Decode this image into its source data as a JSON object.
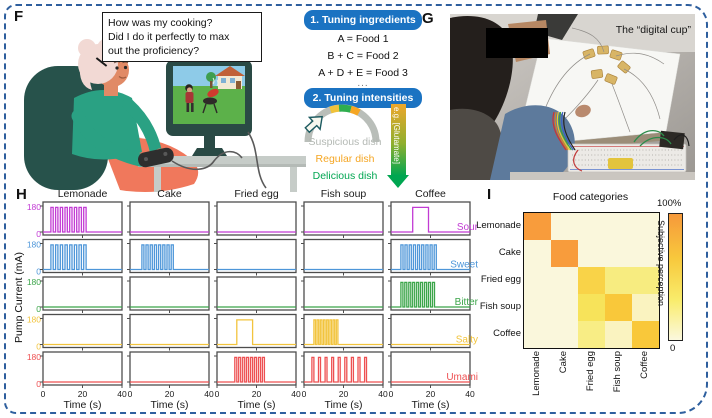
{
  "figure": {
    "border_color": "#2e5f9e",
    "background": "#ffffff"
  },
  "panel_labels": {
    "f": "F",
    "g": "G",
    "h": "H",
    "i": "I"
  },
  "panel_f": {
    "speech_bubble": {
      "lines": [
        "How was my cooking?",
        "Did I do it perfectly to max",
        "out the proficiency?"
      ]
    },
    "tuning": {
      "badge_color": "#1b73c2",
      "step1_label": "1. Tuning ingredients",
      "equations": [
        "A = Food 1",
        "B + C = Food 2",
        "A + D + E = Food 3"
      ],
      "ellipsis": "...",
      "step2_label": "2. Tuning intensities",
      "gauge_labels": [
        {
          "text": "Suspicious dish",
          "color": "#b4b9b4"
        },
        {
          "text": "Regular dish",
          "color": "#f5a623"
        },
        {
          "text": "Delicious dish",
          "color": "#00a651"
        }
      ],
      "axis_arrow_label": "e.g. [Glutamate]"
    }
  },
  "panel_g": {
    "caption": "The “digital cup”"
  },
  "chart_data": [
    {
      "type": "line",
      "title": "Taste pulse sequences per food",
      "columns": [
        "Lemonade",
        "Cake",
        "Fried egg",
        "Fish soup",
        "Coffee"
      ],
      "rows": [
        {
          "name": "Sour",
          "color": "#c23bd4"
        },
        {
          "name": "Sweet",
          "color": "#4d96d9"
        },
        {
          "name": "Bitter",
          "color": "#3ba549"
        },
        {
          "name": "Salty",
          "color": "#f2c43d"
        },
        {
          "name": "Umami",
          "color": "#ee5052"
        }
      ],
      "xlabel": "Time (s)",
      "ylabel": "Pump Current (mA)",
      "xlim": [
        0,
        40
      ],
      "xticks": [
        0,
        20,
        40
      ],
      "yticks": [
        0,
        180
      ],
      "amplitude_mA": 170,
      "signals": [
        {
          "food": "Lemonade",
          "taste": "Sour",
          "start": 4,
          "end": 23,
          "pulses": 8,
          "duty": 0.5
        },
        {
          "food": "Lemonade",
          "taste": "Sweet",
          "start": 4,
          "end": 23,
          "pulses": 8,
          "duty": 0.5
        },
        {
          "food": "Cake",
          "taste": "Sweet",
          "start": 6,
          "end": 23,
          "pulses": 8,
          "duty": 0.5
        },
        {
          "food": "Fried egg",
          "taste": "Salty",
          "start": 10,
          "end": 18,
          "pulses": 1,
          "duty": 1
        },
        {
          "food": "Fried egg",
          "taste": "Umami",
          "start": 9,
          "end": 25,
          "pulses": 8,
          "duty": 0.5
        },
        {
          "food": "Fish soup",
          "taste": "Salty",
          "start": 5,
          "end": 18,
          "pulses": 8,
          "duty": 0.5
        },
        {
          "food": "Fish soup",
          "taste": "Umami",
          "start": 4,
          "end": 34,
          "pulses": 9,
          "duty": 0.3
        },
        {
          "food": "Coffee",
          "taste": "Sour",
          "start": 11,
          "end": 19,
          "pulses": 1,
          "duty": 1
        },
        {
          "food": "Coffee",
          "taste": "Sweet",
          "start": 5,
          "end": 24,
          "pulses": 9,
          "duty": 0.5
        },
        {
          "food": "Coffee",
          "taste": "Bitter",
          "start": 5,
          "end": 23,
          "pulses": 9,
          "duty": 0.5
        }
      ]
    },
    {
      "type": "heatmap",
      "title": "Food categories",
      "row_labels": [
        "Lemonade",
        "Cake",
        "Fried egg",
        "Fish soup",
        "Coffee"
      ],
      "col_labels": [
        "Lemonade",
        "Cake",
        "Fried egg",
        "Fish soup",
        "Coffee"
      ],
      "values_percent": [
        [
          100,
          0,
          0,
          0,
          0
        ],
        [
          0,
          100,
          0,
          0,
          0
        ],
        [
          0,
          0,
          60,
          35,
          35
        ],
        [
          0,
          0,
          45,
          65,
          5
        ],
        [
          0,
          0,
          35,
          8,
          65
        ]
      ],
      "cell_colors": [
        [
          "#f89c3c",
          "#faf7dc",
          "#faf7dc",
          "#faf7dc",
          "#faf7dc"
        ],
        [
          "#faf7dc",
          "#f89c3c",
          "#faf7dc",
          "#faf7dc",
          "#faf7dc"
        ],
        [
          "#faf7dc",
          "#faf7dc",
          "#f9d348",
          "#f7ec80",
          "#f7ec80"
        ],
        [
          "#faf7dc",
          "#faf7dc",
          "#f7e35a",
          "#f9c83a",
          "#faf3c0"
        ],
        [
          "#faf7dc",
          "#faf7dc",
          "#f8ed85",
          "#faf3c0",
          "#f9c83a"
        ]
      ],
      "colorbar": {
        "label": "Subjective perception",
        "top": "100%",
        "bottom": "0",
        "colors": [
          "#f6993b",
          "#f8c83c",
          "#f9ec6b",
          "#fbf8de"
        ]
      }
    }
  ]
}
